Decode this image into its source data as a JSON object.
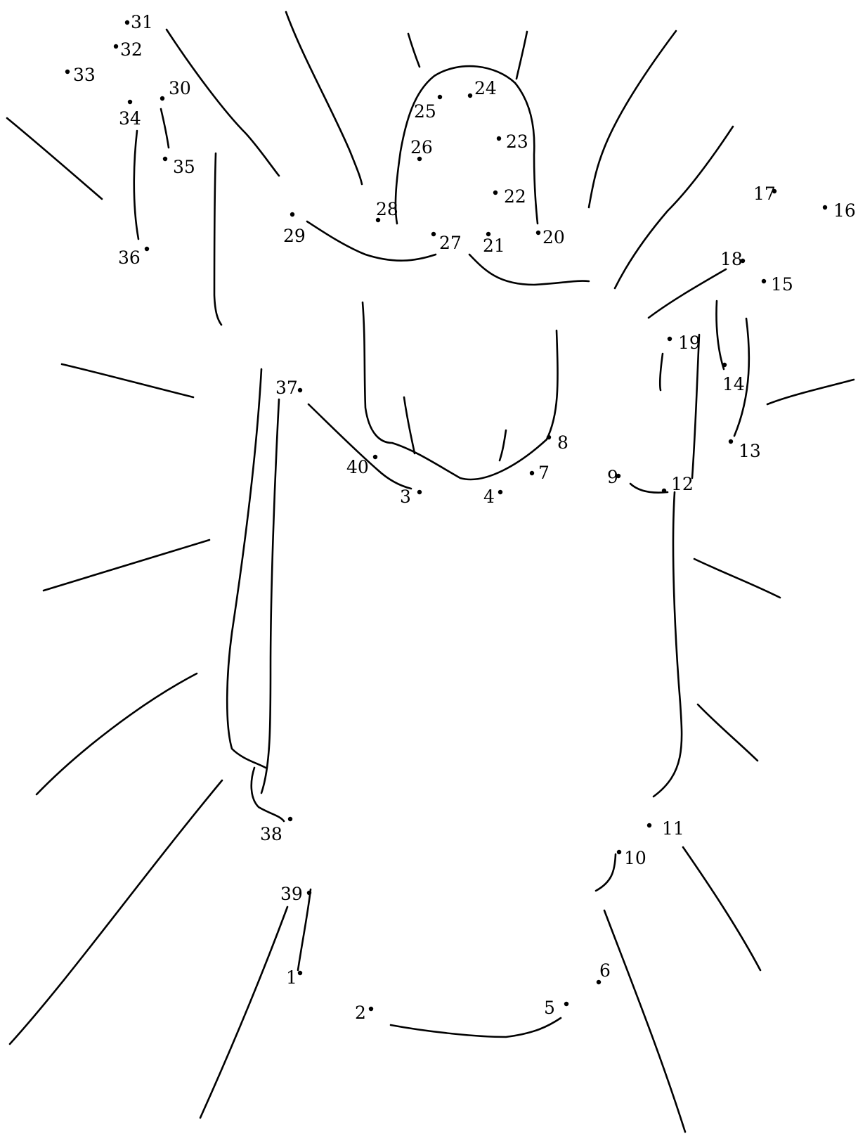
{
  "colors": {
    "ink": "#000000",
    "paper": "#ffffff"
  },
  "dots": [
    {
      "label": "1"
    },
    {
      "label": "2"
    },
    {
      "label": "3"
    },
    {
      "label": "4"
    },
    {
      "label": "5"
    },
    {
      "label": "6"
    },
    {
      "label": "7"
    },
    {
      "label": "8"
    },
    {
      "label": "9"
    },
    {
      "label": "10"
    },
    {
      "label": "11"
    },
    {
      "label": "12"
    },
    {
      "label": "13"
    },
    {
      "label": "14"
    },
    {
      "label": "15"
    },
    {
      "label": "16"
    },
    {
      "label": "17"
    },
    {
      "label": "18"
    },
    {
      "label": "19"
    },
    {
      "label": "20"
    },
    {
      "label": "21"
    },
    {
      "label": "22"
    },
    {
      "label": "23"
    },
    {
      "label": "24"
    },
    {
      "label": "25"
    },
    {
      "label": "26"
    },
    {
      "label": "27"
    },
    {
      "label": "28"
    },
    {
      "label": "29"
    },
    {
      "label": "30"
    },
    {
      "label": "31"
    },
    {
      "label": "32"
    },
    {
      "label": "33"
    },
    {
      "label": "34"
    },
    {
      "label": "35"
    },
    {
      "label": "36"
    },
    {
      "label": "37"
    },
    {
      "label": "38"
    },
    {
      "label": "39"
    },
    {
      "label": "40"
    }
  ]
}
